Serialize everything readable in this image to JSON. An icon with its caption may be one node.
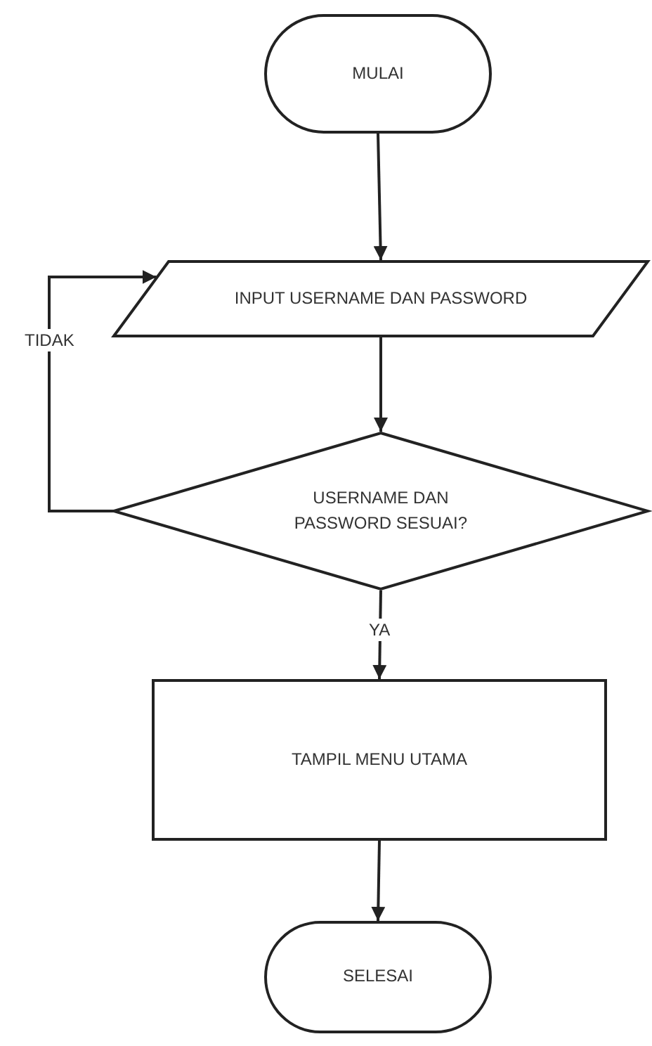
{
  "diagram": {
    "nodes": [
      {
        "text": [
          "MULAI"
        ]
      },
      {
        "text": [
          "INPUT USERNAME DAN PASSWORD"
        ]
      },
      {
        "text": [
          "USERNAME DAN PASSWORD SESUAI?"
        ]
      },
      {
        "text": [
          "TAMPIL MENU UTAMA"
        ]
      },
      {
        "text": [
          "SELESAI"
        ]
      }
    ],
    "edges": [
      {
        "from": 0,
        "to": 1,
        "arrow": "to"
      },
      {
        "from": 1,
        "to": 2,
        "arrow": "to"
      },
      {
        "from": 2,
        "to": 1,
        "arrow": "to",
        "label": "TIDAK"
      },
      {
        "from": 2,
        "to": 3,
        "arrow": "to",
        "label": "YA"
      },
      {
        "from": 3,
        "to": 4,
        "arrow": "to"
      }
    ]
  }
}
